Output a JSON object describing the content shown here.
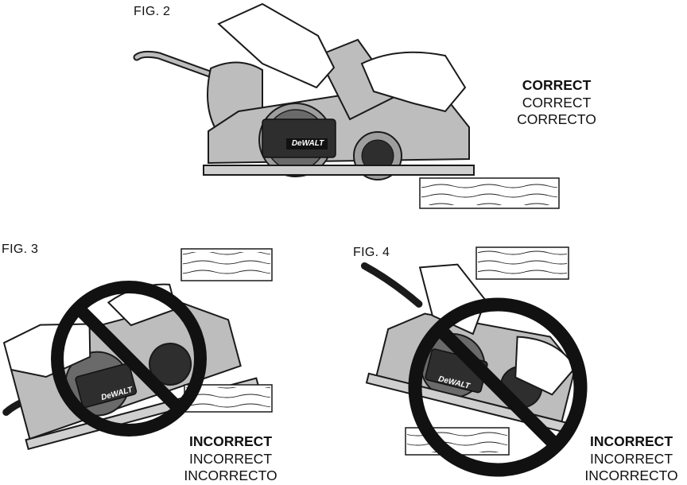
{
  "figures": {
    "fig2": {
      "label": "FIG. 2",
      "brand": "DeWALT",
      "captions": [
        "CORRECT",
        "CORRECT",
        "CORRECTO"
      ]
    },
    "fig3": {
      "label": "FIG. 3",
      "brand": "DeWALT",
      "captions": [
        "INCORRECT",
        "INCORRECT",
        "INCORRECTO"
      ]
    },
    "fig4": {
      "label": "FIG. 4",
      "brand": "DeWALT",
      "captions": [
        "INCORRECT",
        "INCORRECT",
        "INCORRECTO"
      ]
    }
  },
  "colors": {
    "line": "#1a1a1a",
    "tool_body": "#b8b8b8",
    "tool_dark": "#3a3a3a",
    "prohibition": "#111111",
    "paper": "#ffffff"
  },
  "icons": {
    "prohibition": "no-sign-icon",
    "tool": "planer-illustration"
  }
}
